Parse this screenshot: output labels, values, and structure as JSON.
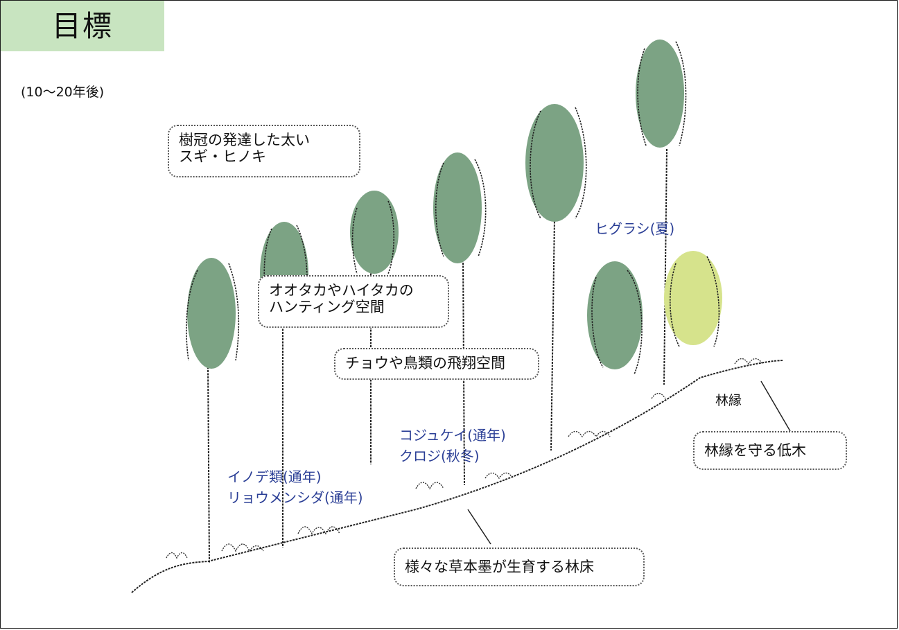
{
  "title": "目標",
  "subtitle": "(10〜20年後)",
  "callouts": {
    "canopy": [
      "樹冠の発達した太い",
      "スギ・ヒノキ"
    ],
    "hunting": [
      "オオタカやハイタカの",
      "ハンティング空間"
    ],
    "flight": "チョウや鳥類の飛翔空間",
    "floor": "様々な草本墨が生育する林床",
    "edge_shrubs": "林縁を守る低木"
  },
  "species": {
    "higurashi": "ヒグラシ(夏)",
    "kojukei": "コジュケイ(通年)",
    "kuroji": "クロジ(秋冬)",
    "inode": "イノデ類(通年)",
    "ryoumen": "リョウメンシダ(通年)"
  },
  "forest_edge_label": "林縁",
  "colors": {
    "title_bg": "#c8e4c0",
    "tree_crown": "#7ca384",
    "shrub_light": "#d6e38c",
    "species_text": "#2b3f96"
  }
}
